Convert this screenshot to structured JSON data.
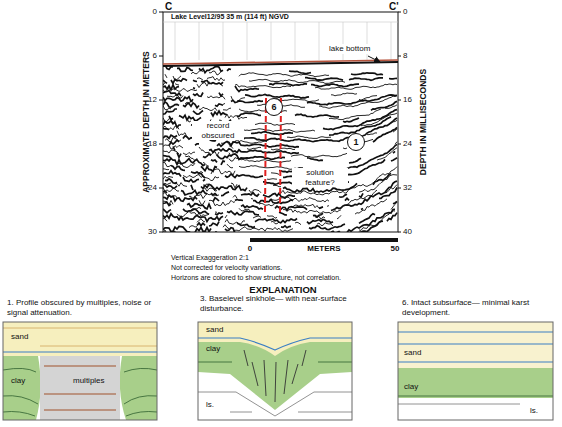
{
  "diagram": {
    "nodes": [
      {
        "text": [
          "6"
        ]
      },
      {
        "text": [
          "1"
        ]
      },
      {
        "text": [
          "1. Profile obscured by multiples, noise or signal attenuation.",
          "sand",
          "clay",
          "multiples"
        ]
      },
      {
        "text": [
          "3. Baselevel sinkhole— with near-surface disturbance.",
          "sand",
          "clay",
          "ls."
        ]
      },
      {
        "text": [
          "6. Intact subsurface— minimal karst development.",
          "sand",
          "clay",
          "ls."
        ]
      }
    ],
    "labels": [
      "C",
      "C'",
      "Lake Level12/95 35 m (114 ft) NGVD",
      "lake bottom",
      "record obscured",
      "solution feature?",
      "APPROXIMATE DEPTH IN METERS",
      "0",
      "6",
      "12",
      "18",
      "24",
      "30",
      "DEPTH IN MILLISECONDS",
      "0",
      "8",
      "16",
      "24",
      "32",
      "40",
      "0",
      "METERS",
      "50",
      "Vertical Exaggeration 2:1",
      "Not corrected for velocity variations.",
      "Horizons are colored to show structure, not correlation.",
      "EXPLANATION"
    ]
  }
}
